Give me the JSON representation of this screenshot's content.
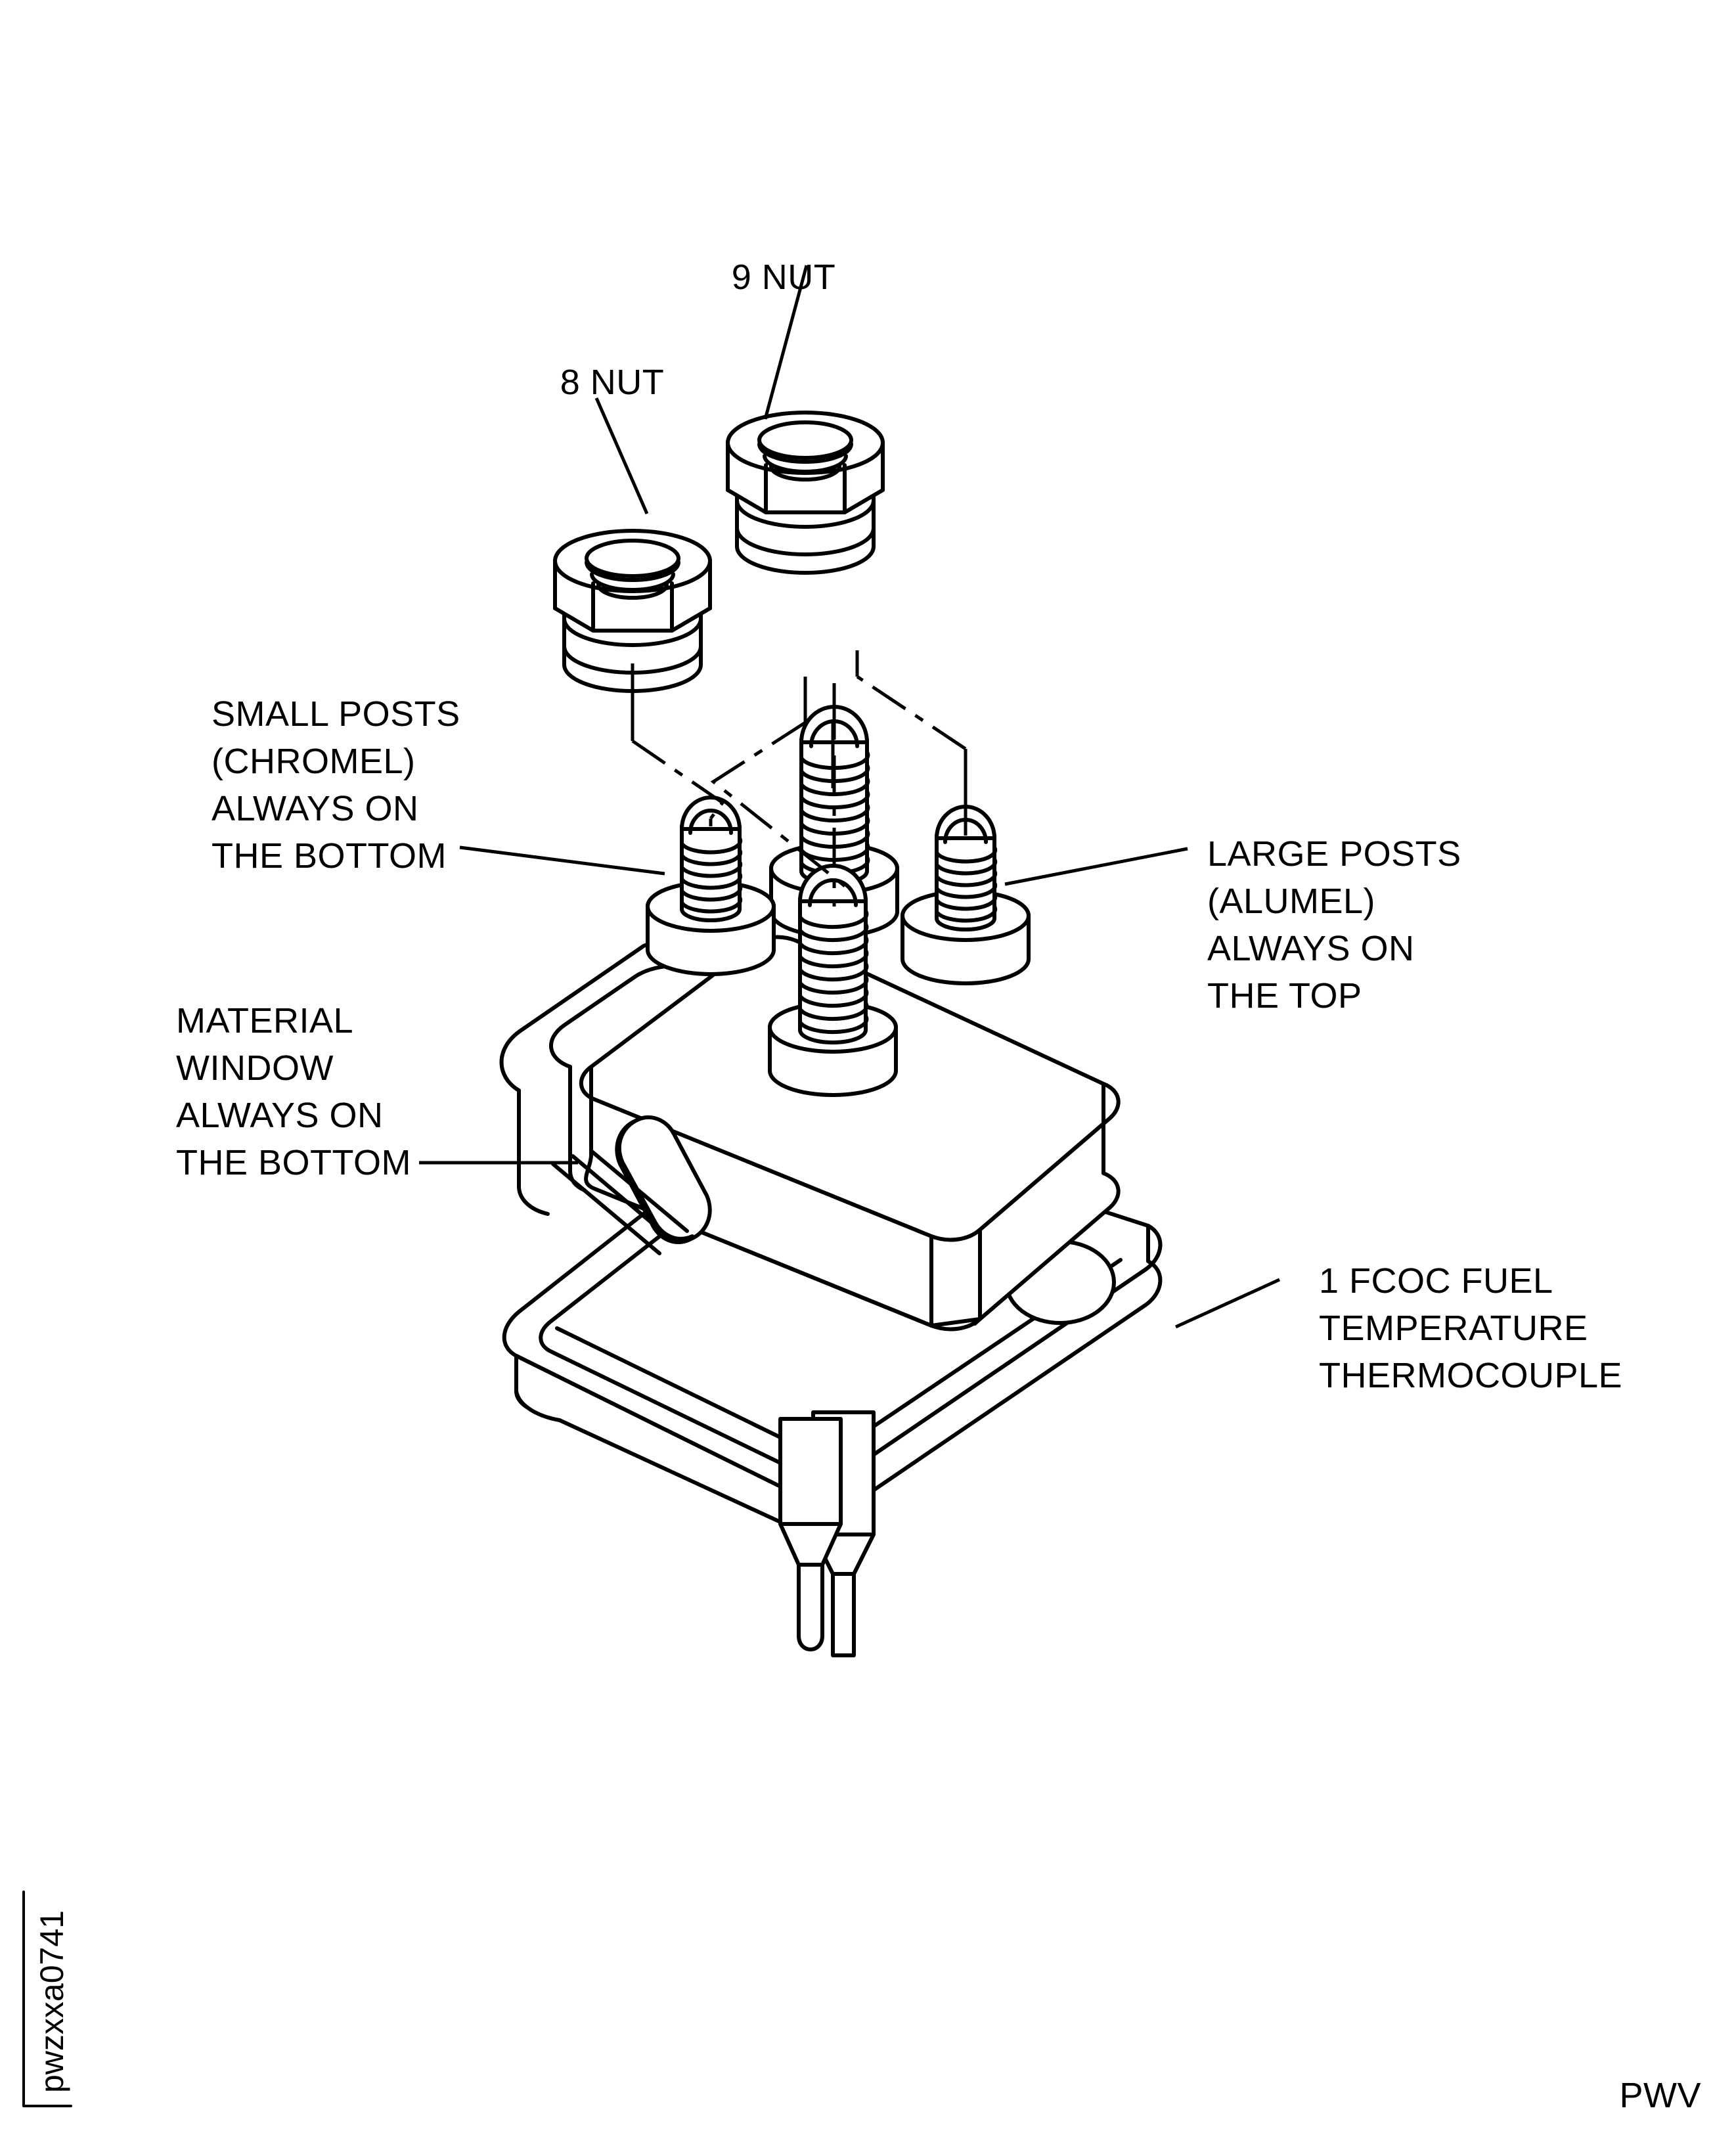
{
  "figure": {
    "caption_id": "pwzxxa0741",
    "corner_code": "PWV"
  },
  "callouts": [
    {
      "id": "nut-8",
      "name": "8-nut-callout",
      "text": "8 NUT",
      "lines": [
        "8 NUT"
      ]
    },
    {
      "id": "nut-9",
      "name": "9-nut-callout",
      "text": "9 NUT",
      "lines": [
        "9 NUT"
      ]
    },
    {
      "id": "small-posts",
      "name": "small-posts-callout",
      "lines": [
        "SMALL POSTS",
        "(CHROMEL)",
        "ALWAYS ON",
        "THE BOTTOM"
      ]
    },
    {
      "id": "large-posts",
      "name": "large-posts-callout",
      "lines": [
        "LARGE POSTS",
        "(ALUMEL)",
        "ALWAYS ON",
        "THE TOP"
      ]
    },
    {
      "id": "material-window",
      "name": "material-window-callout",
      "lines": [
        "MATERIAL",
        "WINDOW",
        "ALWAYS ON",
        "THE BOTTOM"
      ]
    },
    {
      "id": "thermocouple",
      "name": "thermocouple-callout",
      "lines": [
        "1 FCOC FUEL",
        "TEMPERATURE",
        "THERMOCOUPLE"
      ]
    }
  ],
  "parts": [
    {
      "item": "1",
      "name": "FCOC FUEL TEMPERATURE THERMOCOUPLE"
    },
    {
      "item": "8",
      "name": "NUT"
    },
    {
      "item": "9",
      "name": "NUT"
    }
  ],
  "colors": {
    "line": "#000000",
    "fill": "#ffffff",
    "text": "#000000"
  }
}
